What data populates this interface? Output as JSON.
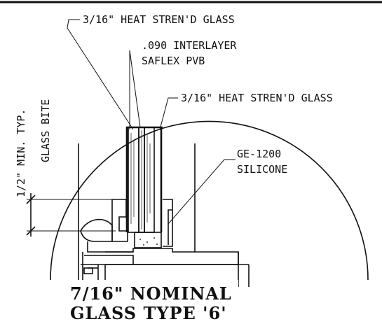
{
  "labels": {
    "top_glass": "3/16\" HEAT STREN'D GLASS",
    "interlayer_line1": ".090 INTERLAYER",
    "interlayer_line2": "SAFLEX PVB",
    "right_glass": "3/16\" HEAT STREN'D GLASS",
    "silicone_line1": "GE-1200",
    "silicone_line2": "SILICONE",
    "dim_vertical_1": "1/2\" MIN. TYP.",
    "dim_vertical_2": "GLASS BITE",
    "title_line1": "7/16\" NOMINAL",
    "title_line2": "GLASS TYPE '6'"
  },
  "icons": {
    "glass_unit": "laminated-glass-section",
    "frame": "aluminum-frame-section",
    "silicone": "silicone-bead"
  }
}
